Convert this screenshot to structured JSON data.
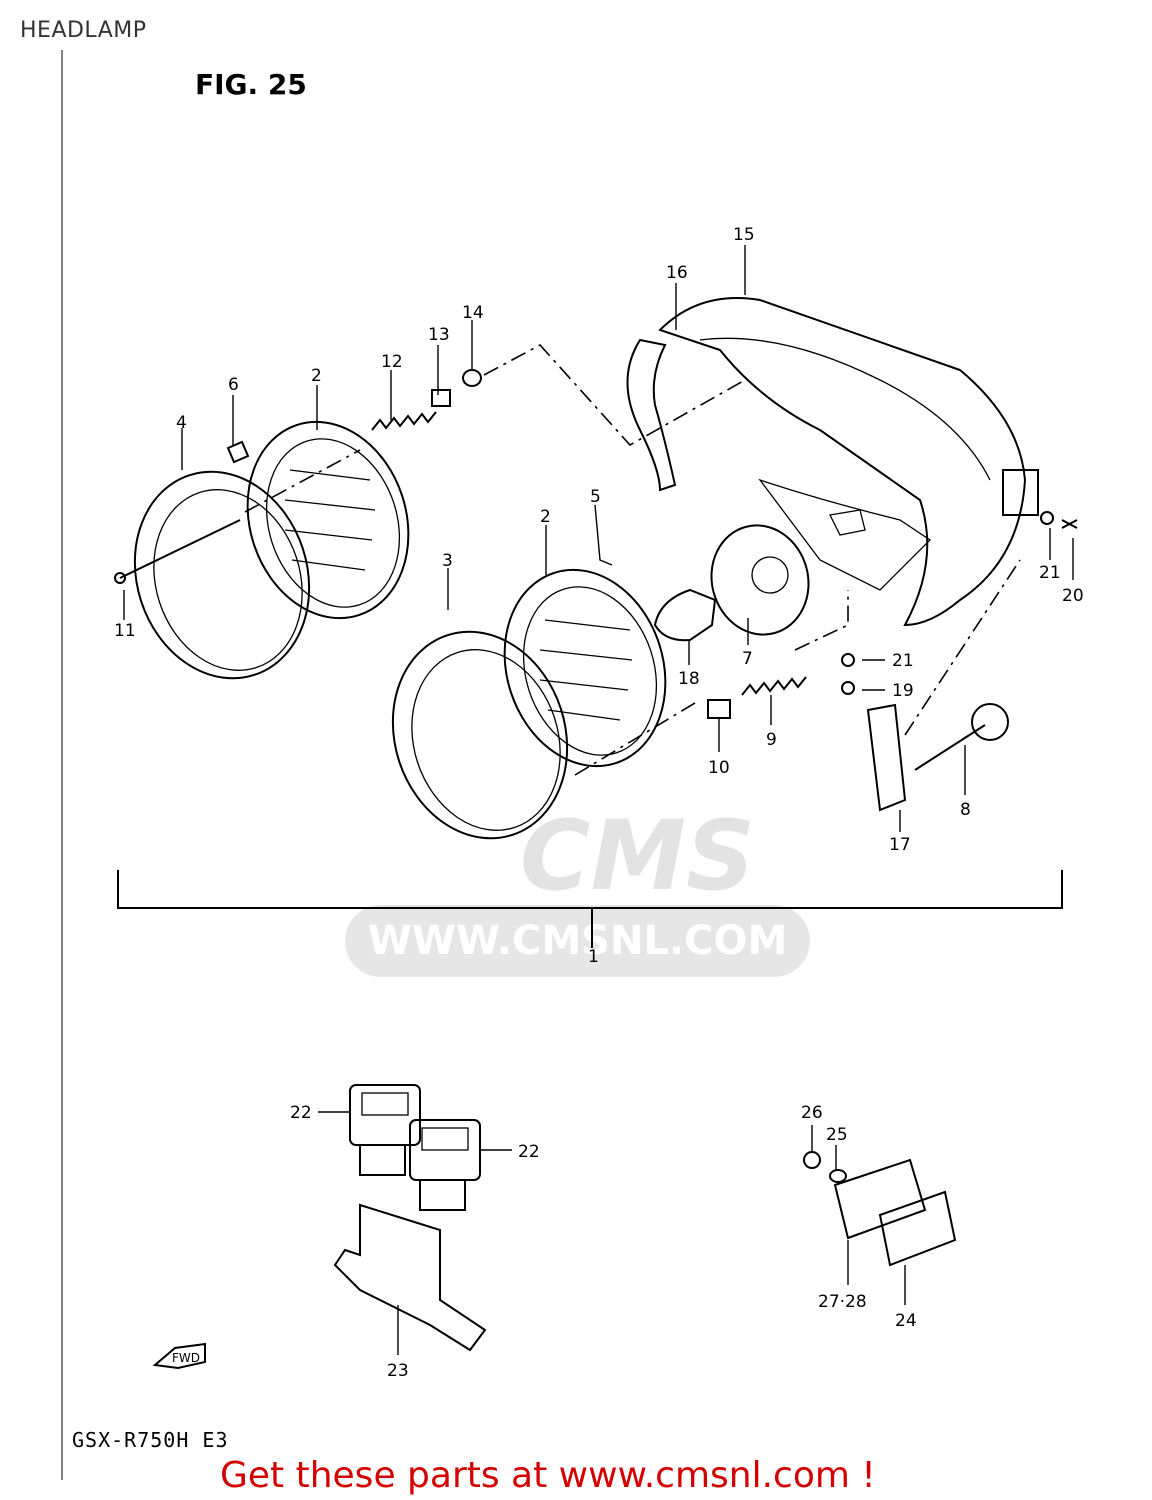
{
  "header": {
    "title": "HEADLAMP"
  },
  "figure": {
    "label": "FIG. 25"
  },
  "parts": {
    "p1": "1",
    "p2a": "2",
    "p2b": "2",
    "p3": "3",
    "p4": "4",
    "p5": "5",
    "p6": "6",
    "p7": "7",
    "p8": "8",
    "p9": "9",
    "p10": "10",
    "p11": "11",
    "p12": "12",
    "p13": "13",
    "p14": "14",
    "p15": "15",
    "p16": "16",
    "p17": "17",
    "p18": "18",
    "p19": "19",
    "p20": "20",
    "p21a": "21",
    "p21b": "21",
    "p22a": "22",
    "p22b": "22",
    "p23": "23",
    "p24": "24",
    "p25": "25",
    "p26": "26",
    "p2728": "27·28"
  },
  "fwd_label": "FWD",
  "watermark": {
    "logo": "CMS",
    "url": "WWW.CMSNL.COM"
  },
  "footer": {
    "model": "GSX-R750H E3",
    "promo": "Get these parts at www.cmsnl.com !"
  }
}
